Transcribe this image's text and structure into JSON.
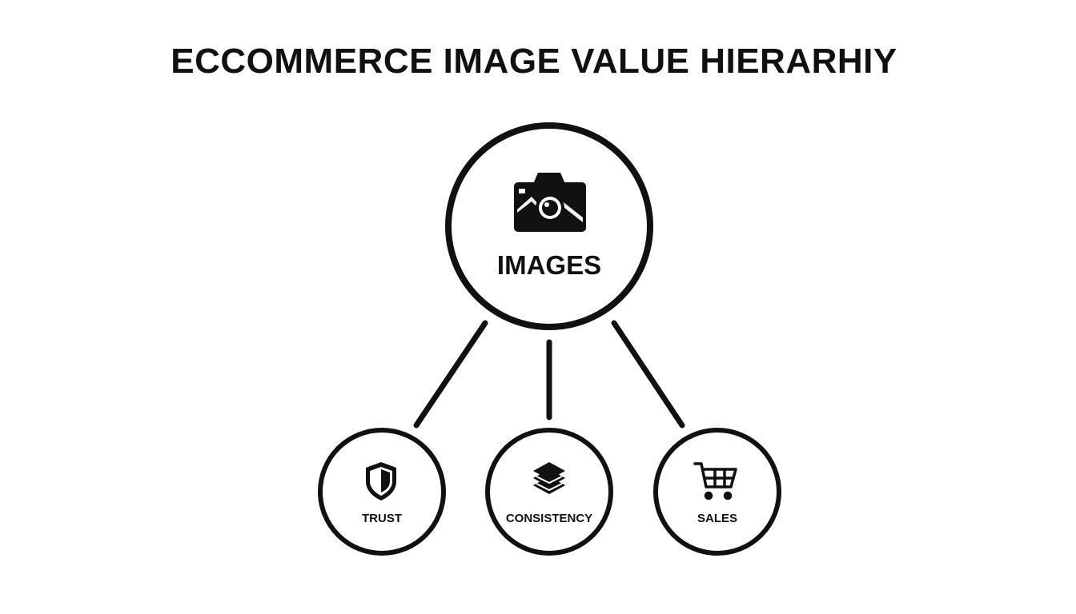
{
  "title": "ECCOMMERCE IMAGE VALUE HIERARHIY",
  "colors": {
    "stroke": "#111111",
    "background": "#ffffff"
  },
  "root": {
    "label": "IMAGES",
    "icon": "camera-icon"
  },
  "children": [
    {
      "label": "TRUST",
      "icon": "shield-icon"
    },
    {
      "label": "CONSISTENCY",
      "icon": "layers-icon"
    },
    {
      "label": "SALES",
      "icon": "cart-icon"
    }
  ]
}
